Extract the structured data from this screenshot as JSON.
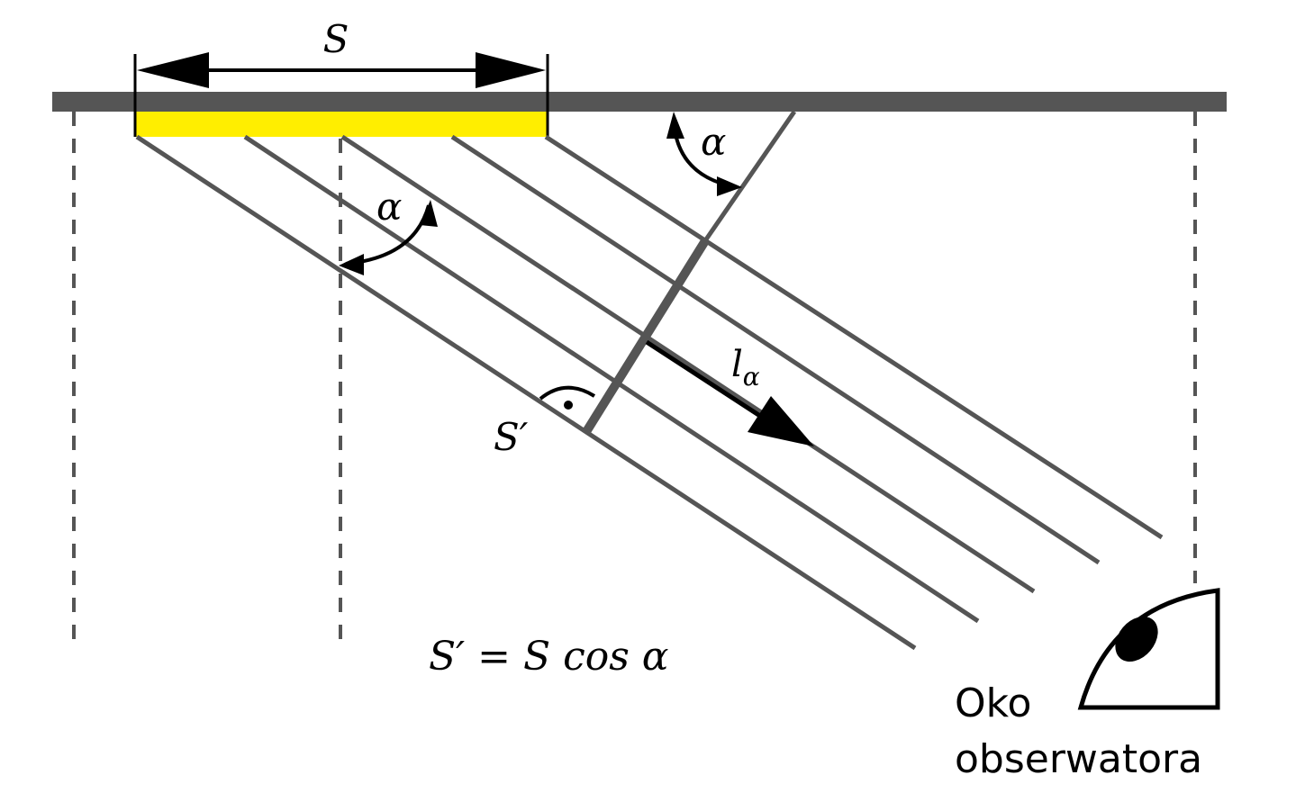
{
  "diagram": {
    "labels": {
      "surface_width": "S",
      "angle_top": "α",
      "angle_left": "α",
      "projected_area": "S′",
      "path_length_symbol": "l",
      "path_length_subscript": "α",
      "formula": "S′ = S cos α",
      "observer_line1": "Oko",
      "observer_line2": "obserwatora"
    },
    "colors": {
      "surface_bar": "#555555",
      "emitting_area": "#ffee00",
      "rays": "#555555",
      "arrows": "#000000"
    },
    "icons": {
      "observer": "eye-icon",
      "right_angle": "right-angle-marker"
    }
  }
}
